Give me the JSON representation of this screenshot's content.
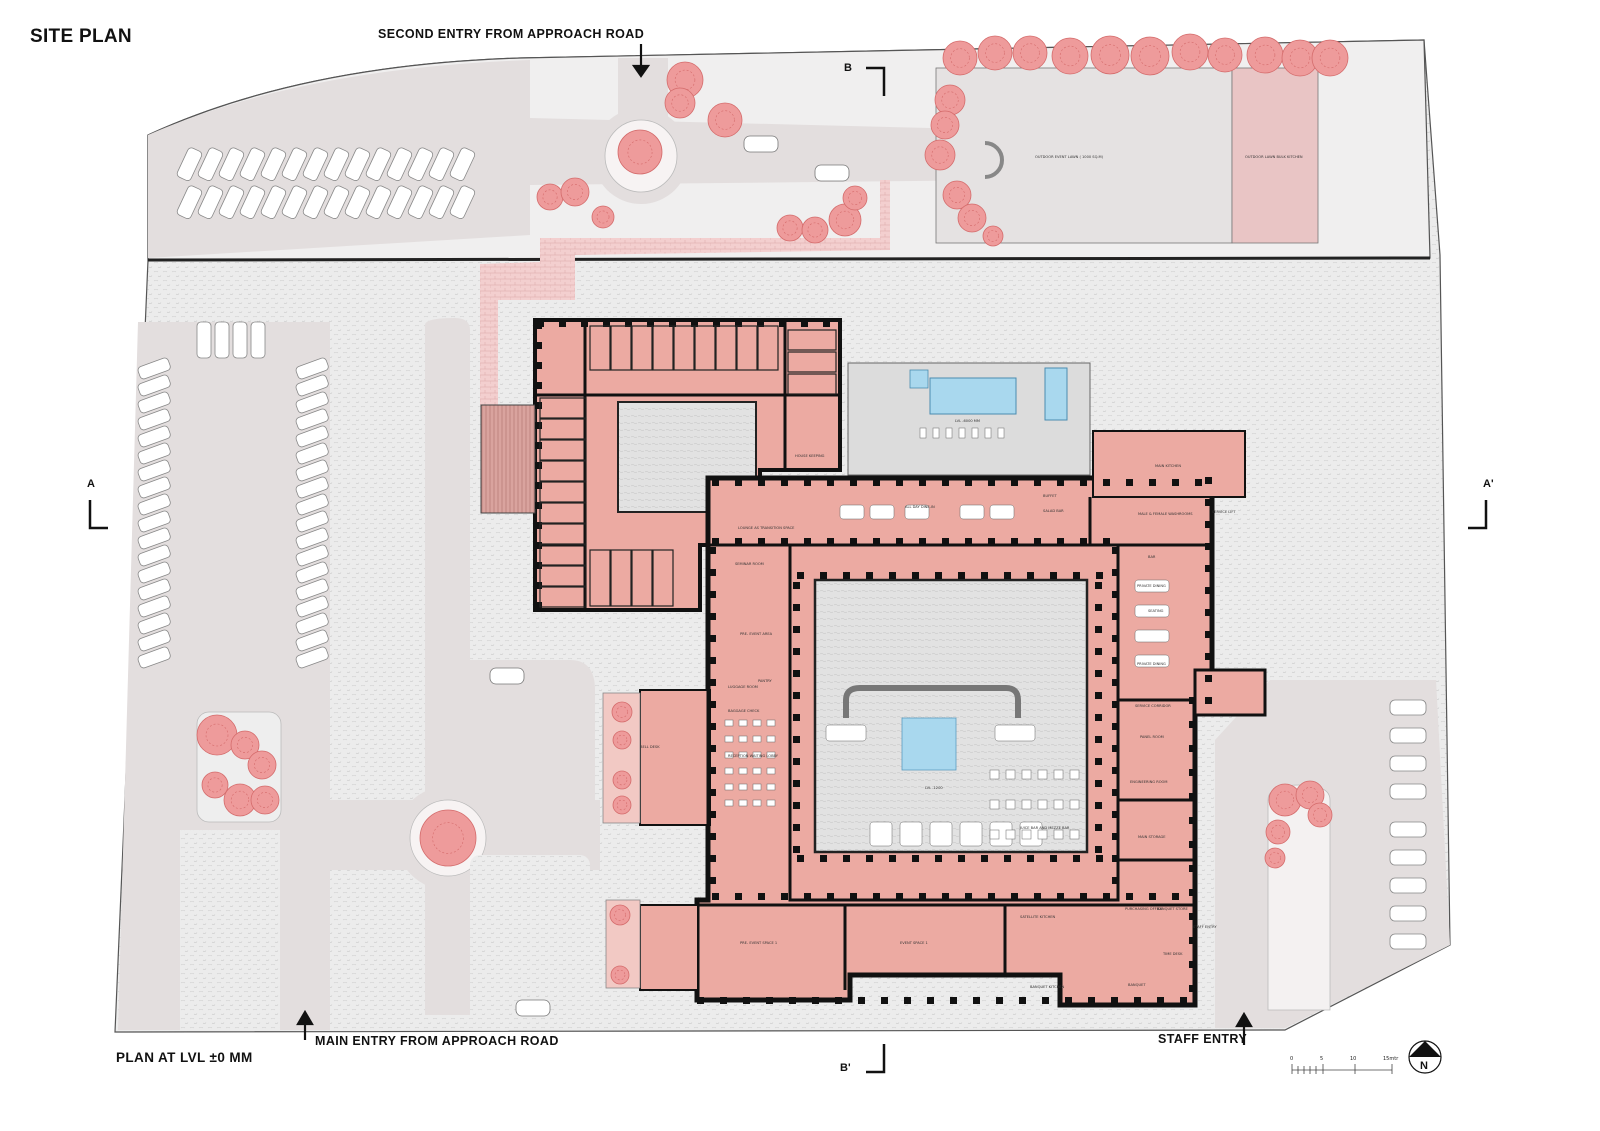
{
  "title": "SITE PLAN",
  "level": "PLAN AT  LVL  ±0 MM",
  "entries": {
    "second": "SECOND ENTRY FROM APPROACH ROAD",
    "main": "MAIN ENTRY FROM APPROACH ROAD",
    "staff": "STAFF ENTRY"
  },
  "sections": {
    "a": "A",
    "a_prime": "A'",
    "b": "B",
    "b_prime": "B'"
  },
  "scale": {
    "ticks": [
      "0",
      "5",
      "10",
      "15mtr"
    ]
  },
  "north": "N",
  "colors": {
    "building": "#ecaaa2",
    "wall": "#111111",
    "road": "#e3dede",
    "ground": "#ececec",
    "tree": "#e98585",
    "water": "#a9d8ee"
  },
  "rooms": {
    "outdoor_lawn": "OUTDOOR EVENT LAWN ( 1000 SQ.M)",
    "lawn_kitchen": "OUTDOOR LAWN BULK KITCHEN",
    "pool_level": "LVL -6000 MM",
    "house_keeping": "HOUSE KEEPING",
    "main_kitchen": "MAIN KITCHEN",
    "washrooms": "MALE & FEMALE WASHROOMS",
    "service_lift": "SERVICE LIFT",
    "lounge": "LOUNGE AS TRANSITION SPACE",
    "all_day_dining": "ALL DAY DINE-IN",
    "salad_bar": "SALAD BAR",
    "buffet": "BUFFET",
    "seminar": "SEMINAR ROOM",
    "pre_event": "PRE- EVENT AREA",
    "luggage": "LUGGAGE ROOM",
    "pantry": "PANTRY",
    "baggage": "BAGGAGE CHECK",
    "reception": "RECEPTION WAITING LOBBY",
    "bell_desk": "BELL DESK",
    "bar": "BAR",
    "private_dining": "PRIVATE DINING",
    "seating": "SEATING",
    "service_corridor": "SERVICE CORRIDOR",
    "panel_room": "PANEL ROOM",
    "engineering": "ENGINEERING ROOM",
    "main_storage": "MAIN STORAGE",
    "juice_bar": "JUICE BAR AND MEZZE BAR",
    "courtyard_level": "LVL -1200",
    "pre_event_space": "PRE- EVENT SPACE 1",
    "event_space": "EVENT SPACE 1",
    "satellite_kitchen": "SATELLITE KITCHEN",
    "banquet_kitchen": "BANQUET KITCHEN",
    "banquet_store": "BANQUET STORE",
    "purchasing": "PURCHASING OFFICE",
    "time_desk": "TIME DESK",
    "staff_entry_small": "STAFF ENTRY",
    "banquet": "BANQUET"
  }
}
